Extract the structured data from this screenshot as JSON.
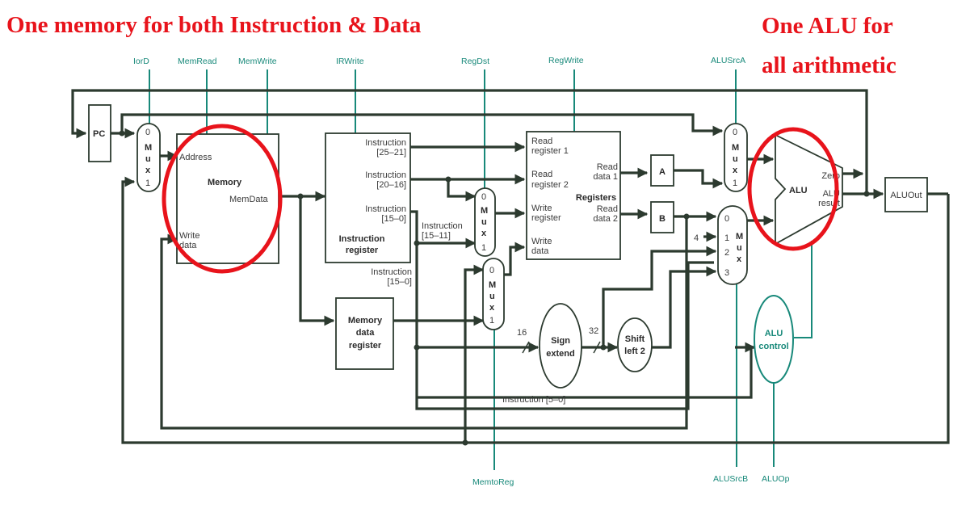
{
  "annotations": {
    "memory_note": "One memory for both Instruction & Data",
    "alu_note_line1": "One ALU for",
    "alu_note_line2": "all arithmetic",
    "color": "#e8131b"
  },
  "colors": {
    "wire": "#2c3a2f",
    "control": "#18897a",
    "highlight": "#e8131b"
  },
  "control_signals": {
    "iord": "IorD",
    "memread": "MemRead",
    "memwrite": "MemWrite",
    "irwrite": "IRWrite",
    "regdst": "RegDst",
    "regwrite": "RegWrite",
    "alusrca": "ALUSrcA",
    "memtoreg": "MemtoReg",
    "alusrcb": "ALUSrcB",
    "aluop": "ALUOp"
  },
  "blocks": {
    "pc": "PC",
    "memory": {
      "title": "Memory",
      "address": "Address",
      "memdata": "MemData",
      "write1": "Write",
      "write2": "data"
    },
    "ir": {
      "i1a": "Instruction",
      "i1b": "[25–21]",
      "i2a": "Instruction",
      "i2b": "[20–16]",
      "i3a": "Instruction",
      "i3b": "[15–0]",
      "title1": "Instruction",
      "title2": "register"
    },
    "mdr": {
      "l1": "Memory",
      "l2": "data",
      "l3": "register"
    },
    "registers": {
      "title": "Registers",
      "rr1a": "Read",
      "rr1b": "register 1",
      "rr2a": "Read",
      "rr2b": "register 2",
      "wra": "Write",
      "wrb": "register",
      "wda": "Write",
      "wdb": "data",
      "rd1a": "Read",
      "rd1b": "data 1",
      "rd2a": "Read",
      "rd2b": "data 2"
    },
    "a": "A",
    "b": "B",
    "alu": {
      "title": "ALU",
      "zero": "Zero",
      "res1": "ALU",
      "res2": "result"
    },
    "aluout": "ALUOut",
    "sign_extend": {
      "l1": "Sign",
      "l2": "extend"
    },
    "shift_left": {
      "l1": "Shift",
      "l2": "left 2"
    },
    "alu_control": {
      "l1": "ALU",
      "l2": "control"
    }
  },
  "mux": {
    "m": "M",
    "u": "u",
    "x": "x",
    "in0": "0",
    "in1": "1",
    "in2": "2",
    "in3": "3"
  },
  "wire_labels": {
    "instr_15_11a": "Instruction",
    "instr_15_11b": "[15–11]",
    "instr_15_0a": "Instruction",
    "instr_15_0b": "[15–0]",
    "instr_5_0": "Instruction [5–0]",
    "bits16": "16",
    "bits32": "32",
    "const4": "4"
  }
}
